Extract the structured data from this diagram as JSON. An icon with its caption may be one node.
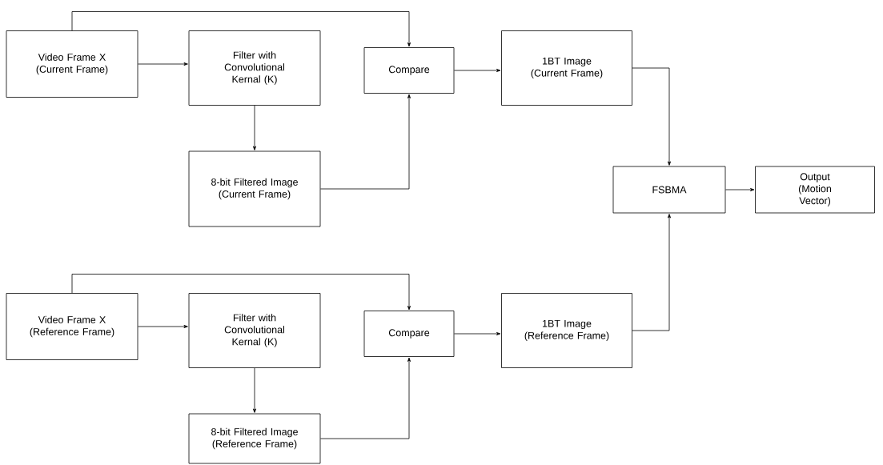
{
  "diagram": {
    "nodes": [
      {
        "text": [
          "Video Frame X (Current Frame)"
        ]
      },
      {
        "text": [
          "Filter with Convolutional Kernal (K)"
        ]
      },
      {
        "text": [
          "Compare"
        ]
      },
      {
        "text": [
          "1BT Image (Current Frame)"
        ]
      },
      {
        "text": [
          "8-bit Filtered Image (Current Frame)"
        ]
      },
      {
        "text": [
          "FSBMA"
        ]
      },
      {
        "text": [
          "Output (Motion Vector)"
        ]
      },
      {
        "text": [
          "Video Frame X (Reference Frame)"
        ]
      },
      {
        "text": [
          "Filter with Convolutional Kernal (K)"
        ]
      },
      {
        "text": [
          "Compare"
        ]
      },
      {
        "text": [
          "1BT Image (Reference Frame)"
        ]
      },
      {
        "text": [
          "8-bit Filtered Image (Reference Frame)"
        ]
      }
    ],
    "edges": [
      {
        "from": 0,
        "to": 1,
        "arrow": "to"
      },
      {
        "from": 0,
        "to": 2,
        "arrow": "to"
      },
      {
        "from": 1,
        "to": 4,
        "arrow": "to"
      },
      {
        "from": 4,
        "to": 2,
        "arrow": "to"
      },
      {
        "from": 2,
        "to": 3,
        "arrow": "to"
      },
      {
        "from": 3,
        "to": 5,
        "arrow": "to"
      },
      {
        "from": 5,
        "to": 6,
        "arrow": "to"
      },
      {
        "from": 7,
        "to": 8,
        "arrow": "to"
      },
      {
        "from": 7,
        "to": 9,
        "arrow": "to"
      },
      {
        "from": 8,
        "to": 11,
        "arrow": "to"
      },
      {
        "from": 11,
        "to": 9,
        "arrow": "to"
      },
      {
        "from": 9,
        "to": 10,
        "arrow": "to"
      },
      {
        "from": 10,
        "to": 5,
        "arrow": "to"
      }
    ]
  }
}
